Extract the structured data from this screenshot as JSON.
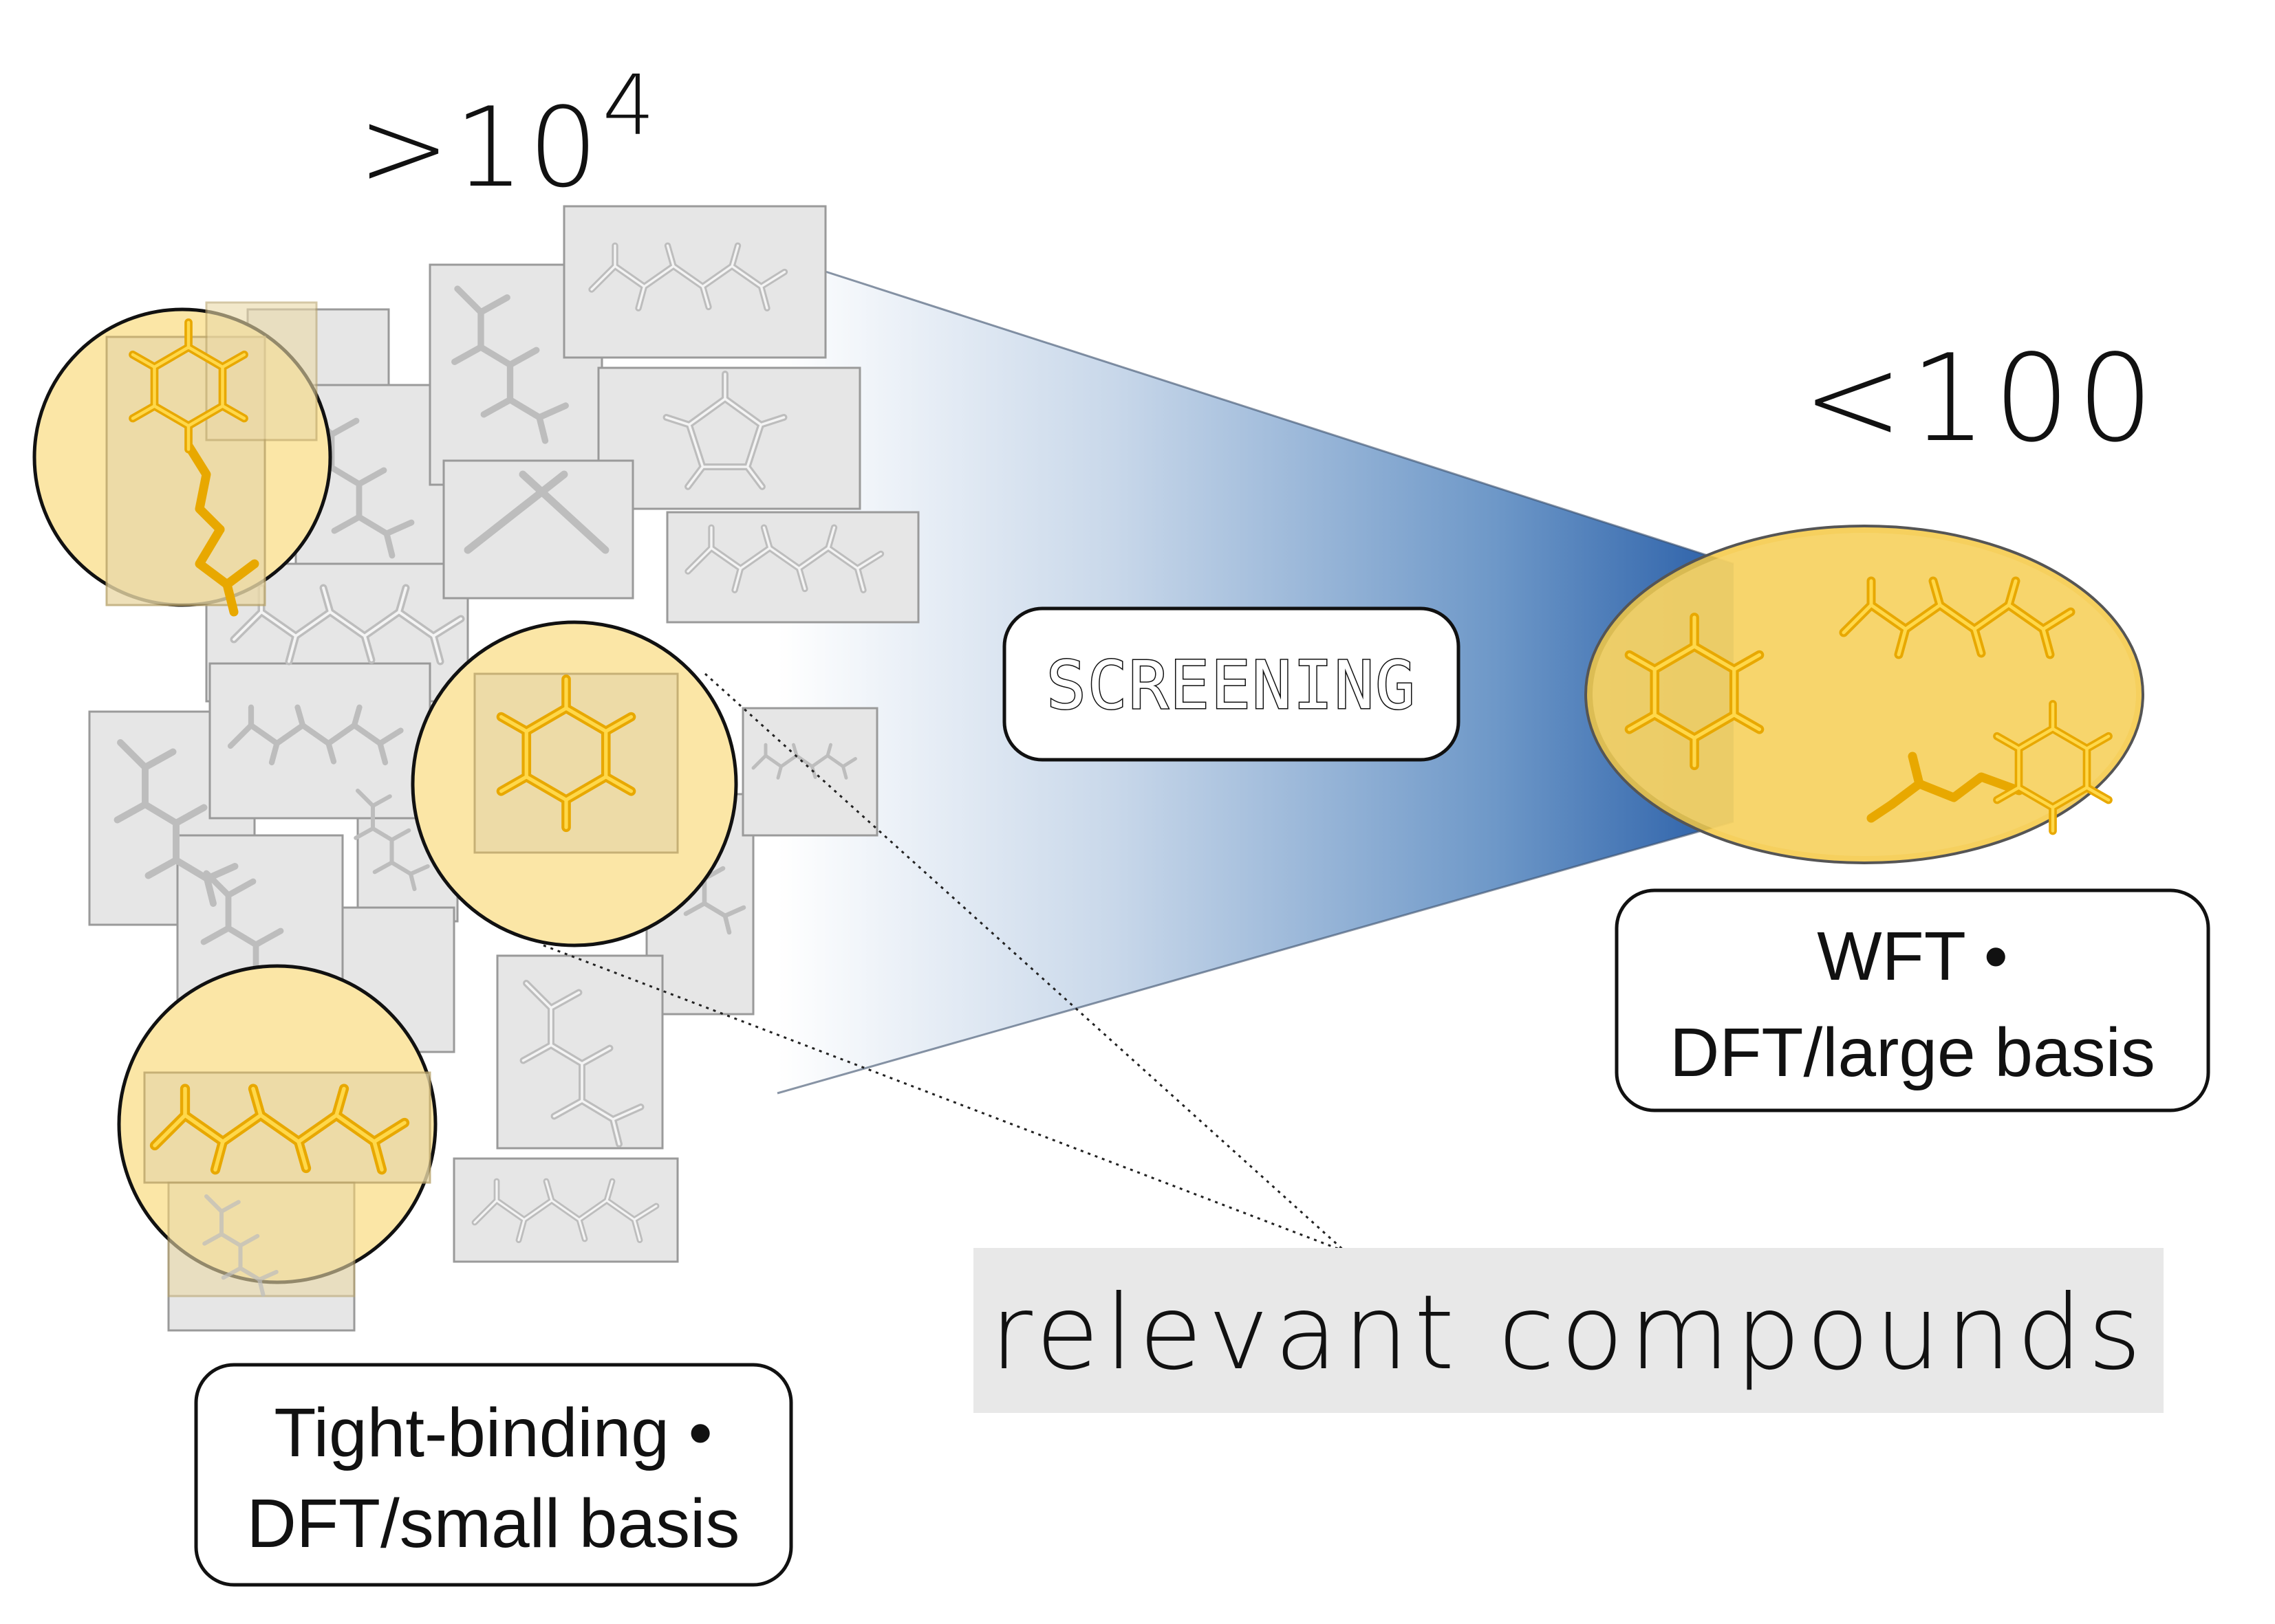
{
  "diagram": {
    "many_label": ">10",
    "many_exponent": "4",
    "few_label": "<100",
    "screening_label": "SCREENING",
    "low_level_methods": {
      "line1": "Tight-binding •",
      "line2": "DFT/small basis"
    },
    "high_level_methods": {
      "line1": "WFT •",
      "line2": "DFT/large basis"
    },
    "callout_label": "relevant compounds"
  },
  "colors": {
    "funnel_blue": "#2a5fa8",
    "highlight_gold": "#f5c842",
    "highlight_ring_fill": "#fbe6a6",
    "molecule_gold": "#e8a800",
    "molecule_grey": "#bdbdbd",
    "card_grey": "#e6e6e6",
    "callout_bg": "#e8e8e8"
  },
  "icons": [
    "hexagon-ring-molecule-icon",
    "chain-molecule-icon",
    "pentagon-ring-molecule-icon",
    "magnifier-circle-icon"
  ]
}
